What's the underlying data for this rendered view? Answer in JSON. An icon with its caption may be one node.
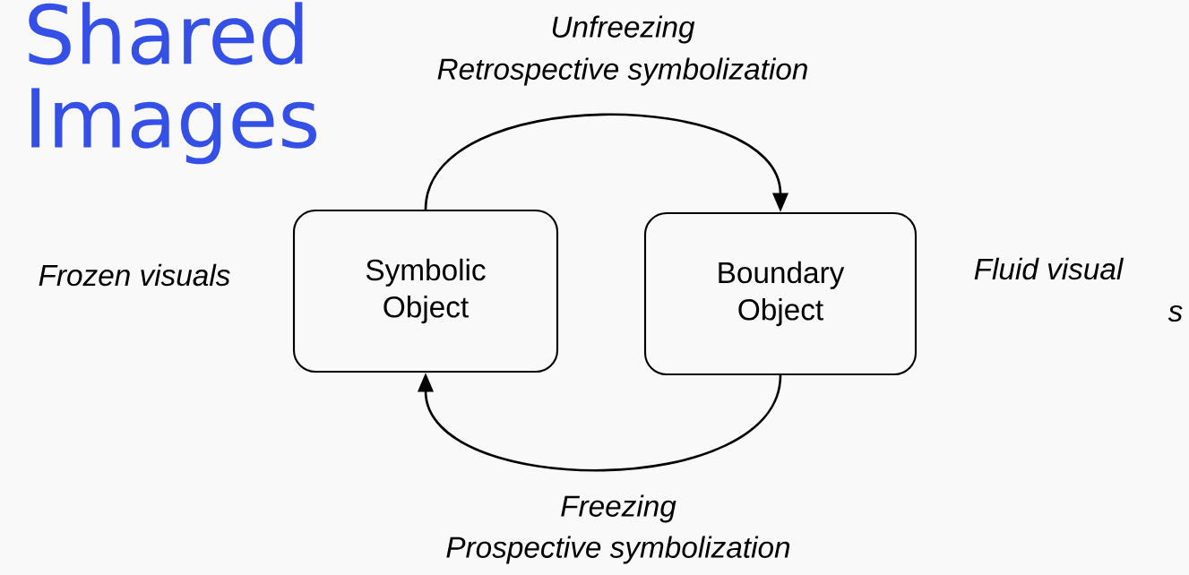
{
  "diagram": {
    "title": "Shared Images",
    "nodes": [
      {
        "text": [
          "Symbolic Object"
        ]
      },
      {
        "text": [
          "Boundary Object"
        ]
      }
    ],
    "edges": [
      {
        "from": 0,
        "to": 1,
        "arrow": "to"
      },
      {
        "from": 1,
        "to": 0,
        "arrow": "to"
      }
    ],
    "labels": [
      "Unfreezing",
      "Retrospective symbolization",
      "Frozen visuals",
      "Fluid visual",
      "s",
      "Freezing",
      "Prospective symbolization"
    ]
  }
}
